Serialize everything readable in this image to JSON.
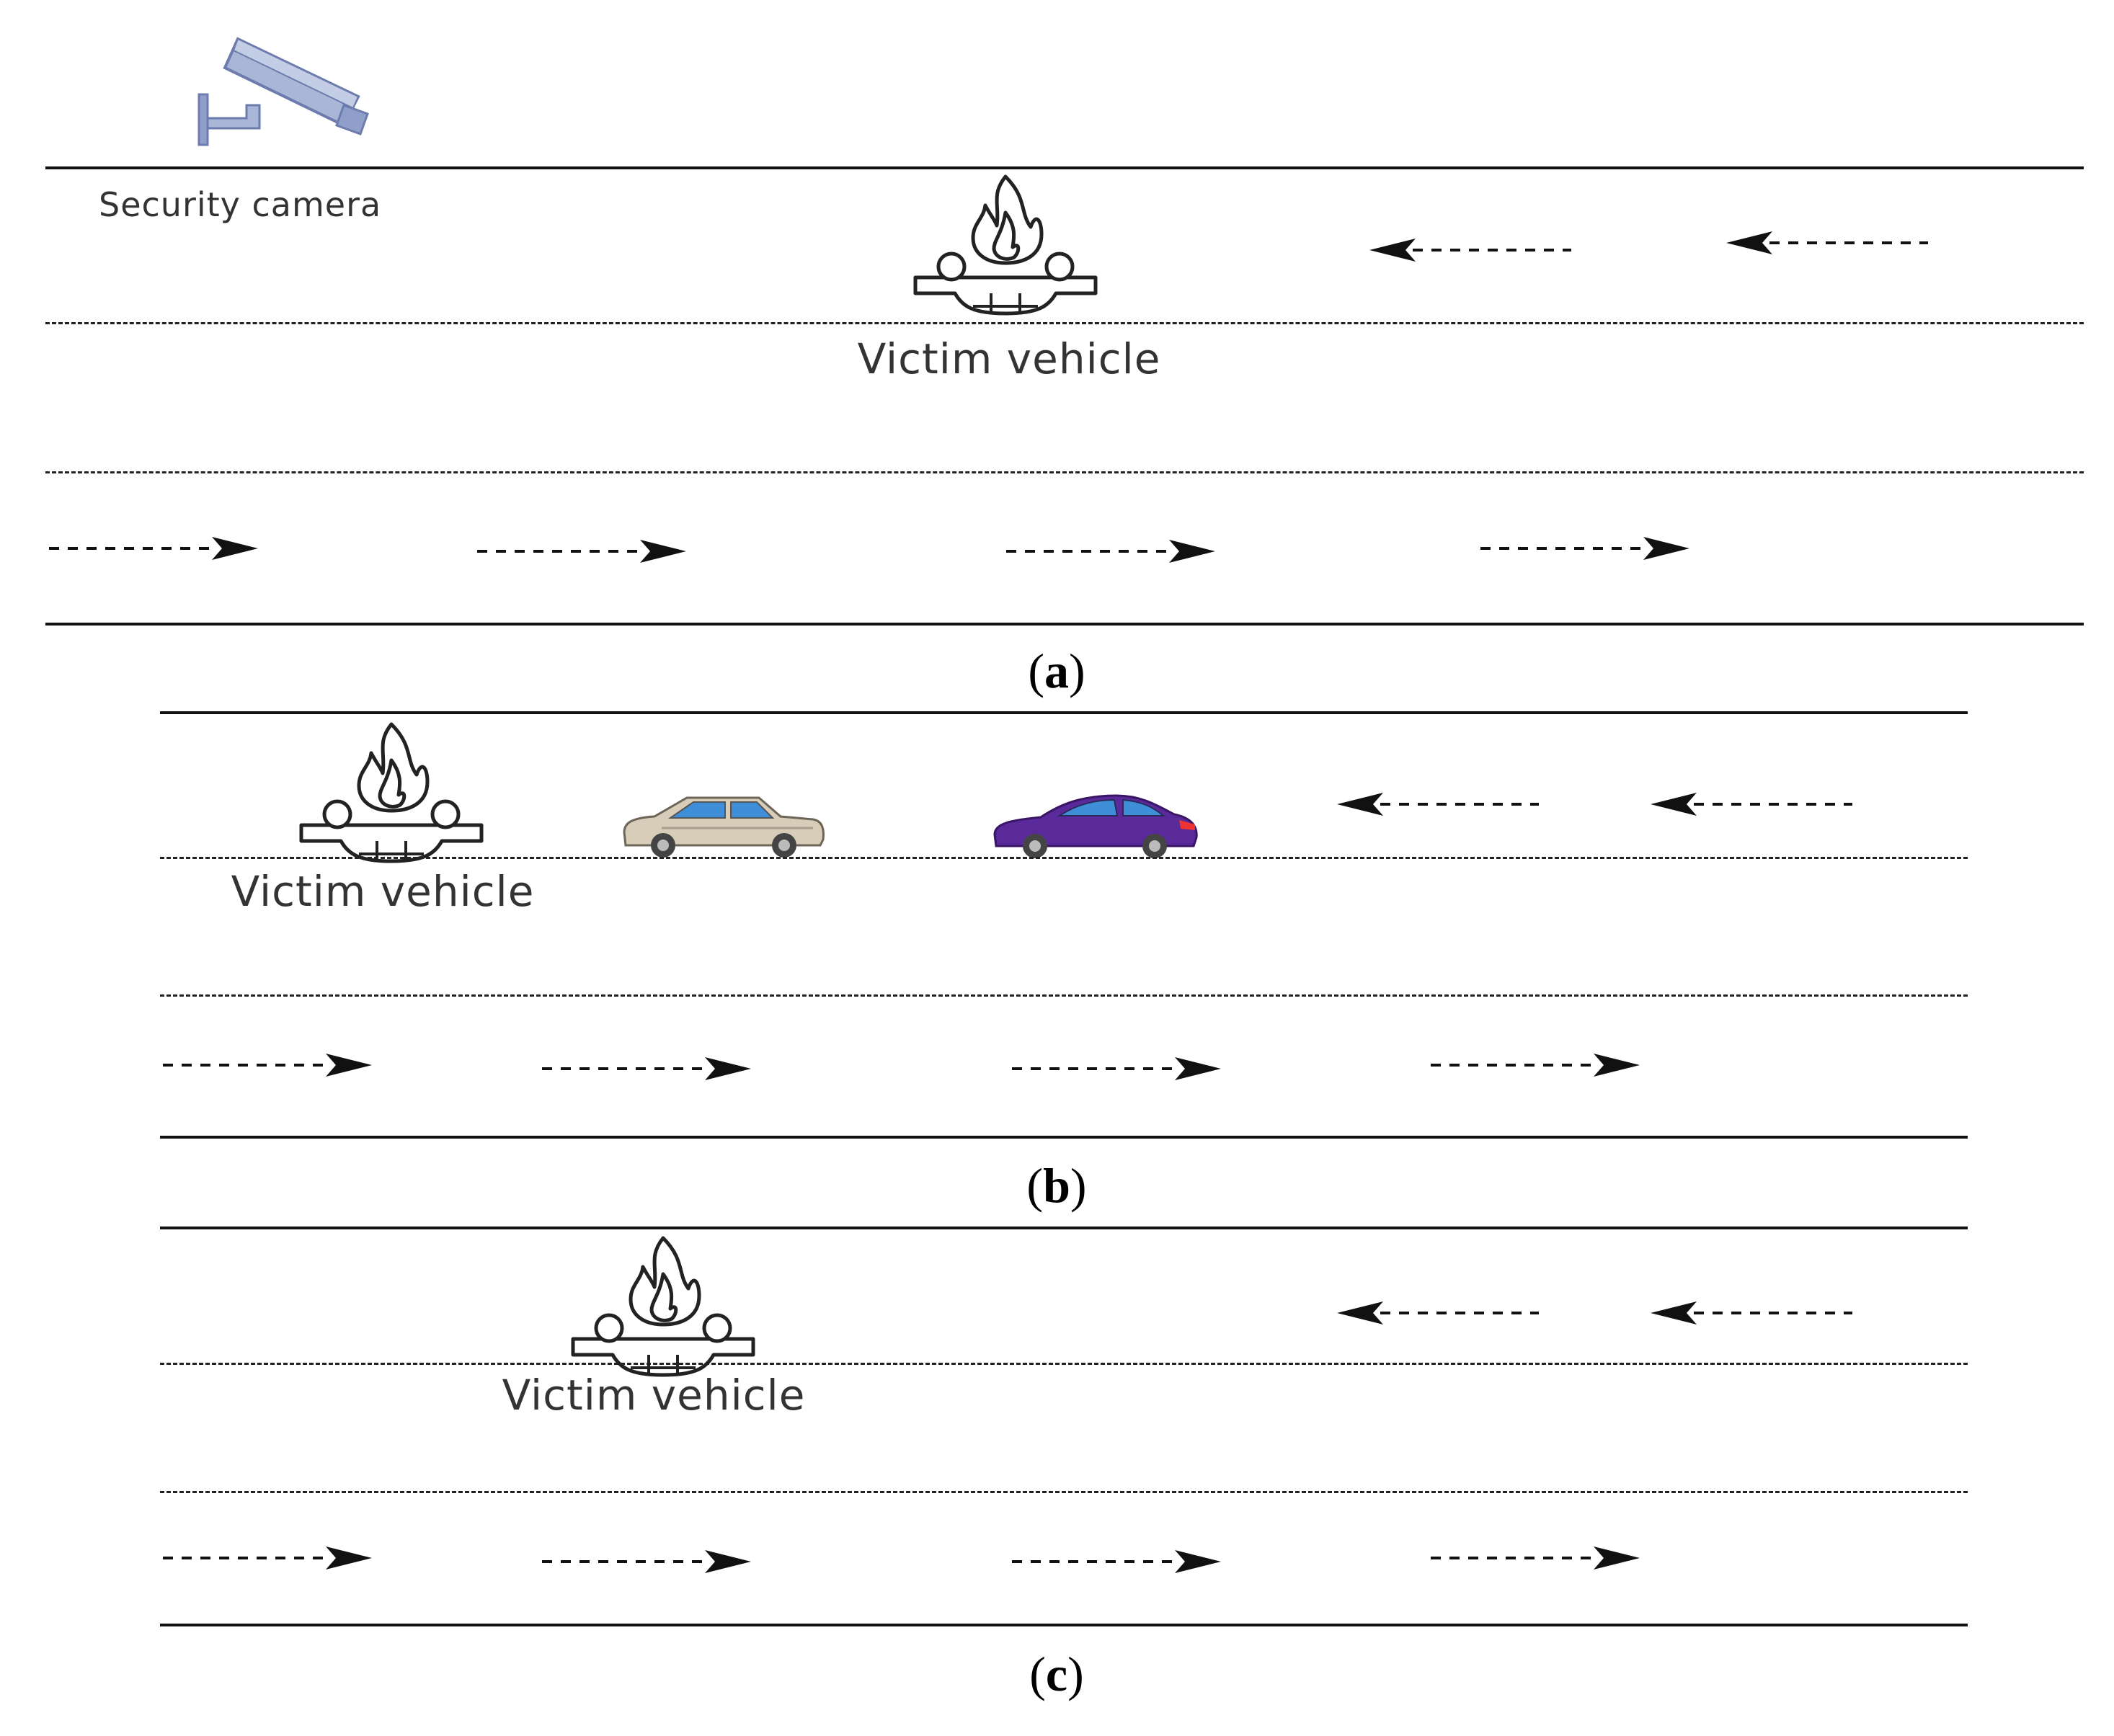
{
  "security_camera_label": "Security camera",
  "panels": [
    {
      "id": "a",
      "caption_letter": "a",
      "victim_label": "Victim vehicle",
      "icons": [
        "security-camera-icon",
        "burning-vehicle-icon"
      ],
      "traffic": {
        "upper_lane": "right-to-left",
        "lower_lane": "left-to-right"
      }
    },
    {
      "id": "b",
      "caption_letter": "b",
      "victim_label": "Victim vehicle",
      "icons": [
        "burning-vehicle-icon",
        "beige-sedan-icon",
        "purple-sedan-icon"
      ],
      "traffic": {
        "upper_lane": "right-to-left",
        "lower_lane": "left-to-right"
      }
    },
    {
      "id": "c",
      "caption_letter": "c",
      "victim_label": "Victim vehicle",
      "icons": [
        "burning-vehicle-icon"
      ],
      "traffic": {
        "upper_lane": "right-to-left",
        "lower_lane": "left-to-right"
      }
    }
  ],
  "colors": {
    "road_line": "#111111",
    "camera": "#8f9fc9",
    "beige_car": "#d8cdb8",
    "purple_car": "#5a2a9a",
    "car_window": "#3f8ed8"
  }
}
